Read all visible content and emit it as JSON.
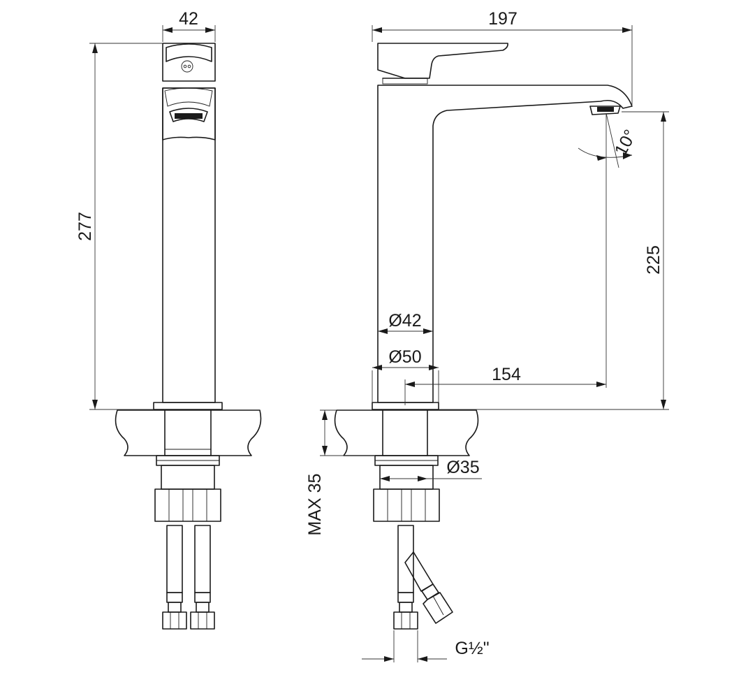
{
  "labels": {
    "side_width": "42",
    "total_height": "277",
    "reach_width": "197",
    "angle": "10°",
    "spout_height": "225",
    "body_diameter": "Ø42",
    "base_diameter": "Ø50",
    "spout_reach": "154",
    "shank_diameter": "Ø35",
    "max_thickness": "MAX 35",
    "thread": "G½\""
  }
}
